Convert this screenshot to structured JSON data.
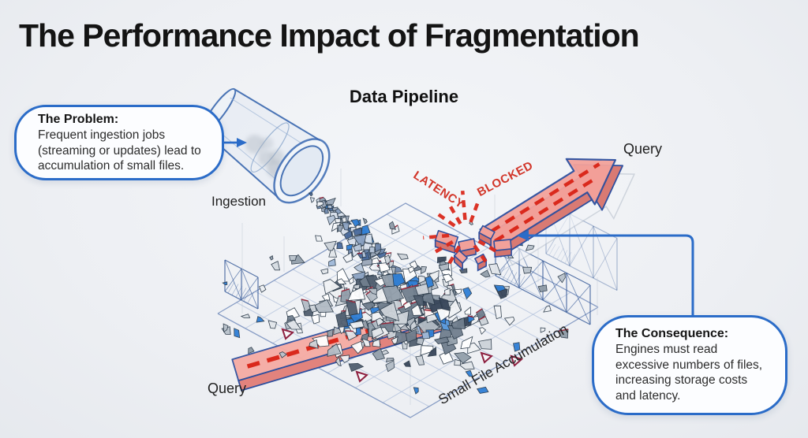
{
  "title": "The Performance Impact of Fragmentation",
  "diagram": {
    "subtitle": "Data Pipeline",
    "labels": {
      "ingestion": "Ingestion",
      "query_top": "Query",
      "query_bottom": "Query",
      "accumulation": "Small File Accumulation",
      "latency": "LATENCY",
      "blocked": "BLOCKED"
    },
    "callouts": {
      "problem": {
        "heading": "The Problem:",
        "body": [
          "Frequent ingestion jobs",
          "(streaming or updates) lead to",
          "accumulation of small files."
        ]
      },
      "consequence": {
        "heading": "The Consequence:",
        "body": [
          "Engines must read",
          "excessive numbers of files,",
          "increasing storage costs",
          "and latency."
        ]
      }
    },
    "colors": {
      "callout_border": "#2b6cc8",
      "arrow_fill": "#f4a29b",
      "arrow_outline": "#2e4f9e",
      "alert_red": "#d9281e",
      "fragment_blue": "#2f7fd6",
      "grid_line": "#b6c5de",
      "background": "#edeff3",
      "text": "#1d1d1d"
    }
  }
}
